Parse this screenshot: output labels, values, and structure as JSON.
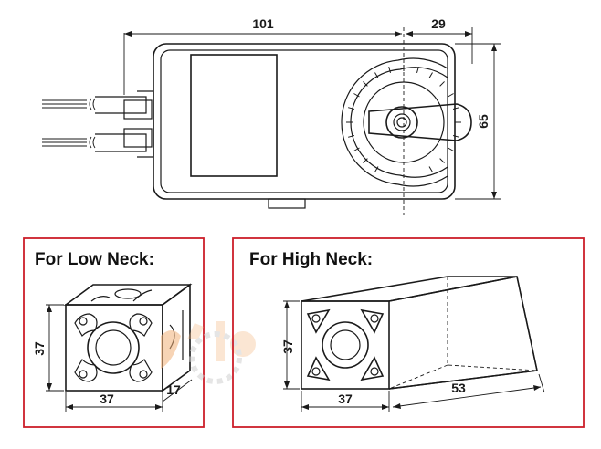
{
  "top_view": {
    "dim_width": "101",
    "dim_right": "29",
    "dim_height": "65"
  },
  "low_neck": {
    "title": "For Low Neck:",
    "dim_front_height": "37",
    "dim_front_width": "37",
    "dim_depth": "17"
  },
  "high_neck": {
    "title": "For High Neck:",
    "dim_front_height": "37",
    "dim_front_width": "37",
    "dim_length": "53"
  },
  "colors": {
    "frame": "#cc1f2a",
    "line": "#1a1a1a",
    "watermark": "#f2b27a"
  }
}
